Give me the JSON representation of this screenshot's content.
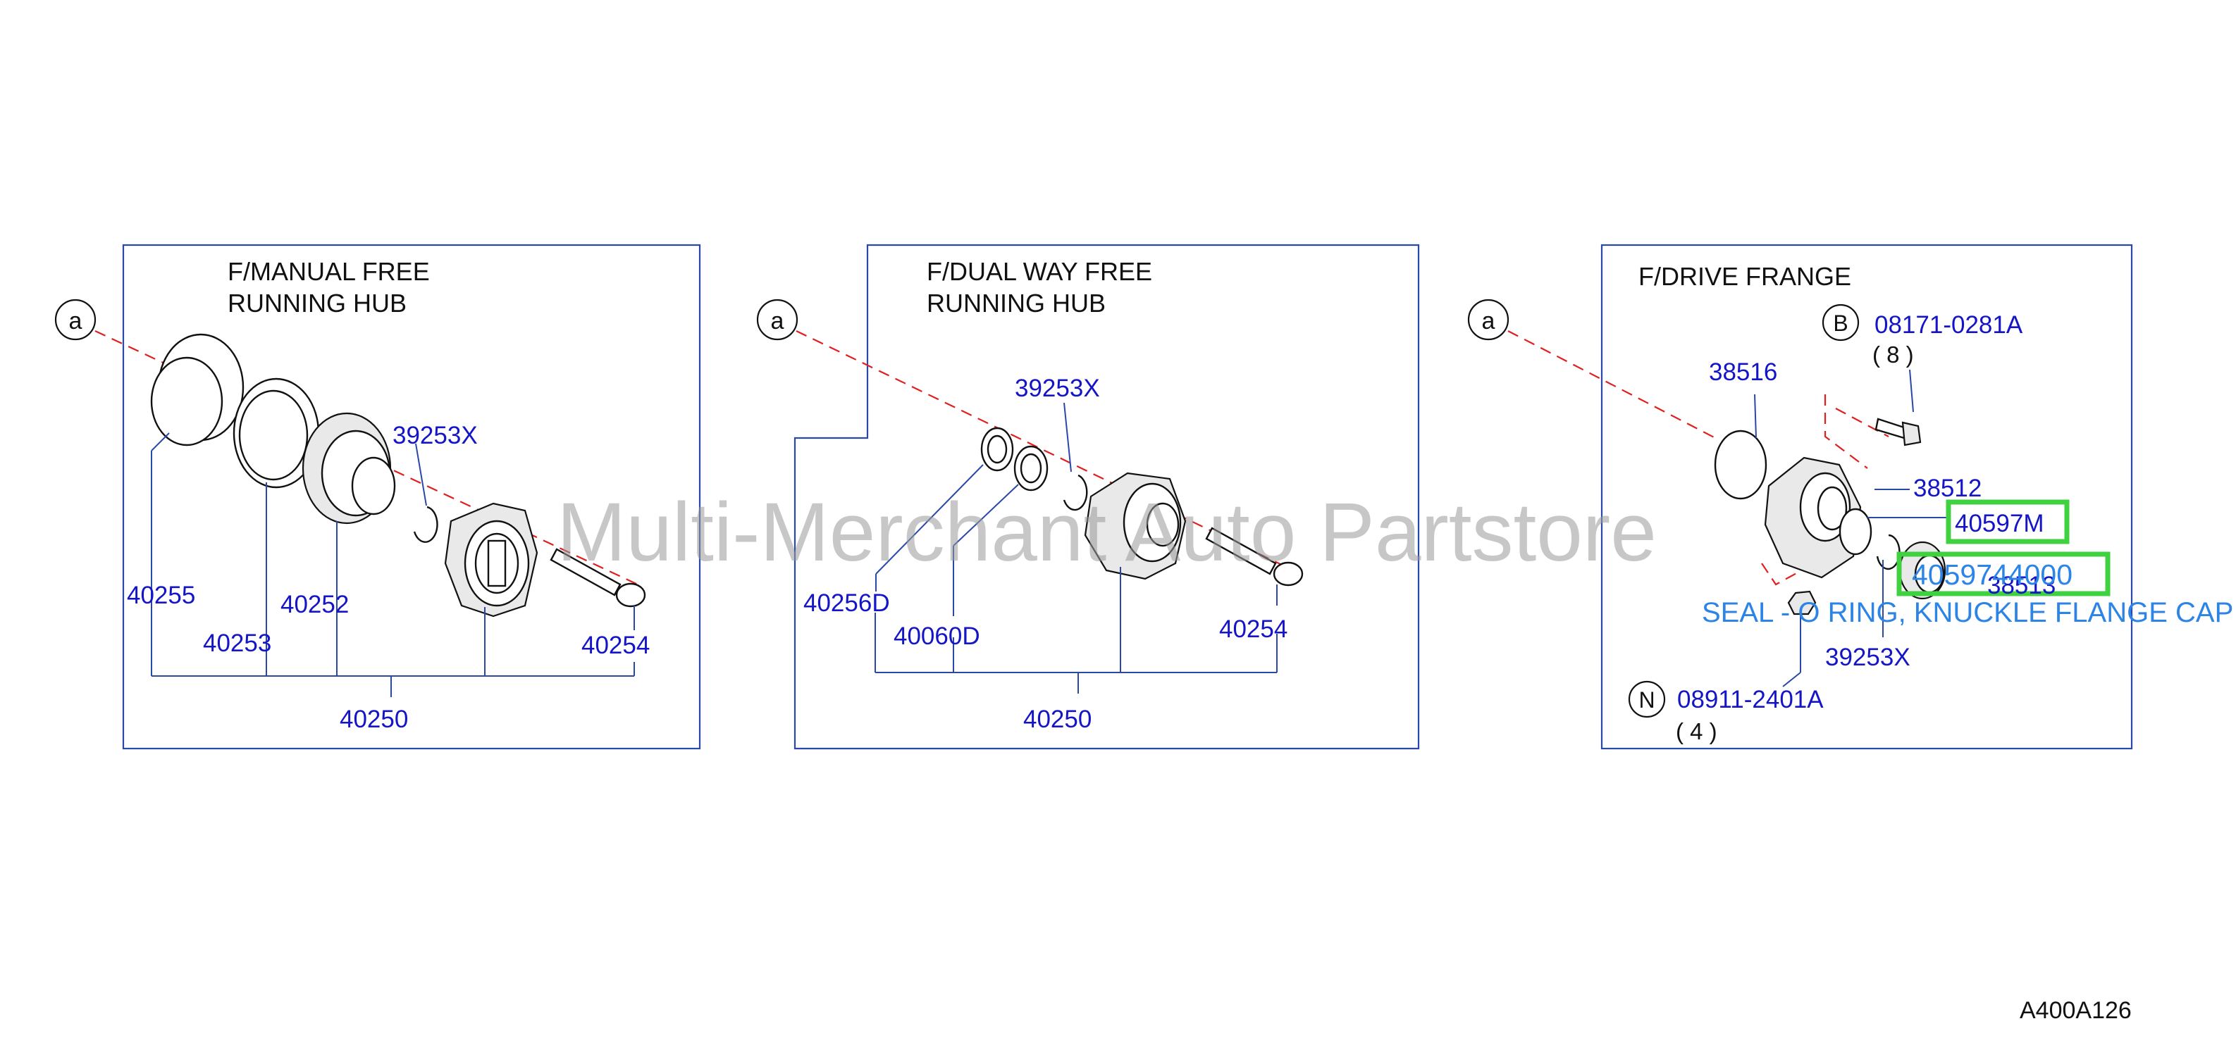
{
  "panels": {
    "manual": {
      "title_line1": "F/MANUAL  FREE",
      "title_line2": "RUNNING  HUB",
      "callout": "a",
      "parts": {
        "p39253x": "39253X",
        "p40255": "40255",
        "p40253": "40253",
        "p40252": "40252",
        "p40254": "40254",
        "p40250": "40250"
      }
    },
    "dual": {
      "title_line1": "F/DUAL  WAY  FREE",
      "title_line2": "RUNNING  HUB",
      "callout": "a",
      "parts": {
        "p39253x": "39253X",
        "p40256d": "40256D",
        "p40060d": "40060D",
        "p40254": "40254",
        "p40250": "40250"
      }
    },
    "drive": {
      "title": "F/DRIVE  FRANGE",
      "callout": "a",
      "bolt_marker": "B",
      "bolt_part": "08171-0281A",
      "bolt_qty": "( 8 )",
      "nut_marker": "N",
      "nut_part": "08911-2401A",
      "nut_qty": "( 4 )",
      "parts": {
        "p38516": "38516",
        "p38512": "38512",
        "p40597m": "40597M",
        "p40597440000": "4059744000",
        "p38513": "38513",
        "p39253x": "39253X"
      },
      "tooltip": "SEAL - O RING, KNUCKLE FLANGE CAP"
    }
  },
  "watermark": "Multi-Merchant Auto Partstore",
  "diagram_code": "A400A126",
  "colors": {
    "label_blue": "#1515c8",
    "link_blue": "#2b84e6",
    "highlight_green": "#3fd13f",
    "axis_red": "#e02020",
    "frame_blue": "#2a48a8"
  }
}
